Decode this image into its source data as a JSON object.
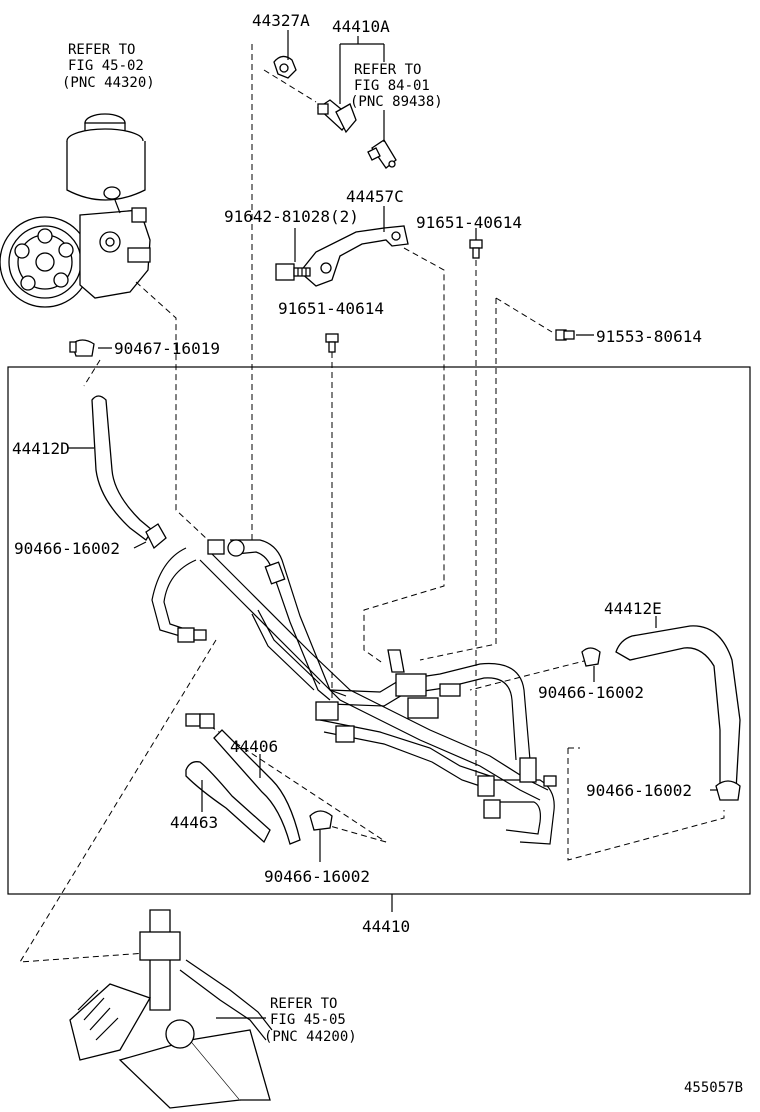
{
  "labels": {
    "p44327A": "44327A",
    "p44410A": "44410A",
    "ref_top_left": [
      "REFER TO",
      "FIG 45-02",
      "(PNC 44320)"
    ],
    "ref_top_right": [
      "REFER TO",
      "FIG 84-01",
      "(PNC 89438)"
    ],
    "p44457C": "44457C",
    "p91642": "91642-81028(2)",
    "p91651_a": "91651-40614",
    "p91651_b": "91651-40614",
    "p91553": "91553-80614",
    "p90467": "90467-16019",
    "p44412D": "44412D",
    "p90466_a": "90466-16002",
    "p44412E": "44412E",
    "p90466_b": "90466-16002",
    "p44406": "44406",
    "p90466_c": "90466-16002",
    "p44463": "44463",
    "p90466_d": "90466-16002",
    "p44410": "44410",
    "ref_bottom": [
      "REFER TO",
      "FIG 45-05",
      "(PNC 44200)"
    ],
    "fig_id": "455057B"
  }
}
